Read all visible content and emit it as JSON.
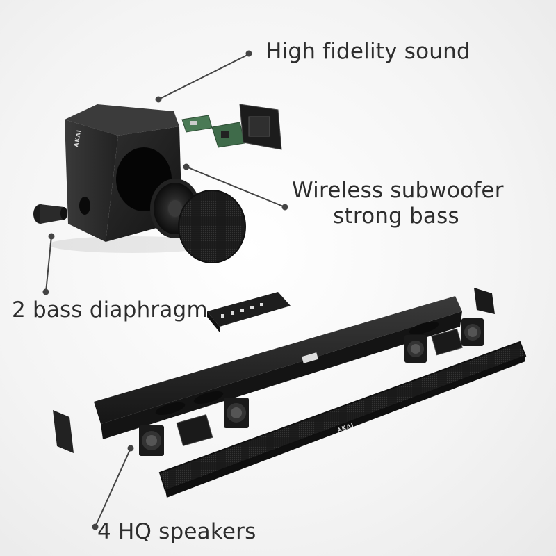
{
  "callouts": {
    "high_fidelity": "High fidelity sound",
    "subwoofer_line1": "Wireless subwoofer",
    "subwoofer_line2": "strong bass",
    "bass_diaphragm": "2 bass diaphragm",
    "hq_speakers": "4 HQ speakers"
  },
  "brand": {
    "subwoofer_logo": "AKAI",
    "soundbar_logo": "AKAI"
  },
  "colors": {
    "background": "#f4f4f4",
    "device_body": "#1f1f1f",
    "pcb_green": "#3f6b4a",
    "callout_line": "#444444"
  }
}
